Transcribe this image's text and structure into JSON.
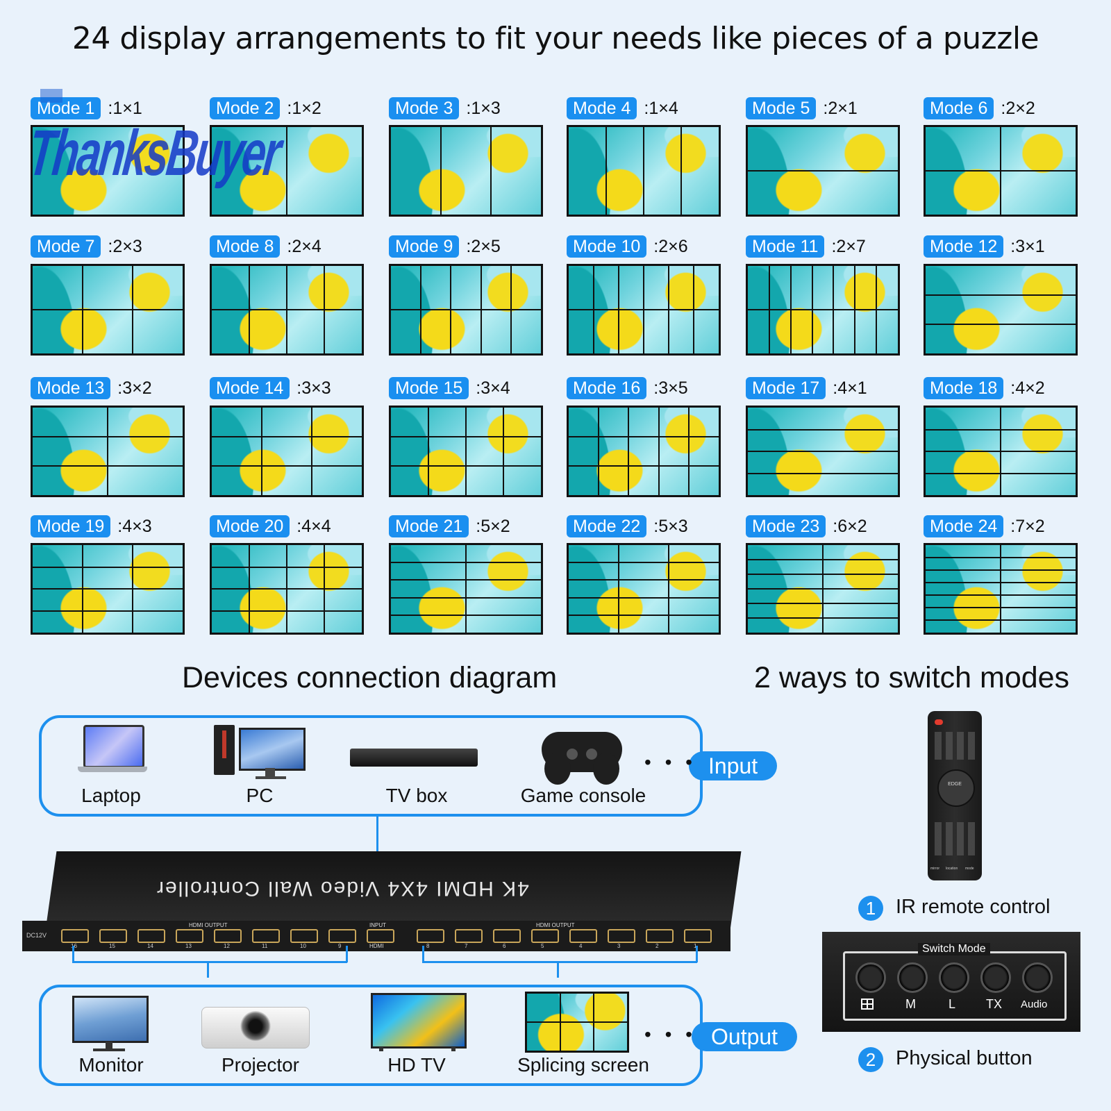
{
  "headline": "24 display arrangements to fit your needs like pieces of a puzzle",
  "watermark": "ThanksBuyer",
  "modes": [
    {
      "label": "Mode 1",
      "ratio": ":1×1"
    },
    {
      "label": "Mode 2",
      "ratio": ":1×2"
    },
    {
      "label": "Mode 3",
      "ratio": ":1×3"
    },
    {
      "label": "Mode 4",
      "ratio": ":1×4"
    },
    {
      "label": "Mode 5",
      "ratio": ":2×1"
    },
    {
      "label": "Mode 6",
      "ratio": ":2×2"
    },
    {
      "label": "Mode 7",
      "ratio": ":2×3"
    },
    {
      "label": "Mode 8",
      "ratio": ":2×4"
    },
    {
      "label": "Mode 9",
      "ratio": ":2×5"
    },
    {
      "label": "Mode 10",
      "ratio": ":2×6"
    },
    {
      "label": "Mode 11",
      "ratio": ":2×7"
    },
    {
      "label": "Mode 12",
      "ratio": ":3×1"
    },
    {
      "label": "Mode 13",
      "ratio": ":3×2"
    },
    {
      "label": "Mode 14",
      "ratio": ":3×3"
    },
    {
      "label": "Mode 15",
      "ratio": ":3×4"
    },
    {
      "label": "Mode 16",
      "ratio": ":3×5"
    },
    {
      "label": "Mode 17",
      "ratio": ":4×1"
    },
    {
      "label": "Mode 18",
      "ratio": ":4×2"
    },
    {
      "label": "Mode 19",
      "ratio": ":4×3"
    },
    {
      "label": "Mode 20",
      "ratio": ":4×4"
    },
    {
      "label": "Mode 21",
      "ratio": ":5×2"
    },
    {
      "label": "Mode 22",
      "ratio": ":5×3"
    },
    {
      "label": "Mode 23",
      "ratio": ":6×2"
    },
    {
      "label": "Mode 24",
      "ratio": ":7×2"
    }
  ],
  "connection": {
    "title": "Devices connection diagram",
    "input_label": "Input",
    "output_label": "Output",
    "dots": "• • •",
    "inputs": [
      "Laptop",
      "PC",
      "TV box",
      "Game console"
    ],
    "outputs": [
      "Monitor",
      "Projector",
      "HD TV",
      "Splicing screen"
    ],
    "controller_name": "4K HDMI 4X4 Video Wall Controller",
    "hdmi_output": "HDMI OUTPUT",
    "input_port": "INPUT",
    "hdmi": "HDMI",
    "dc": "DC12V",
    "left_ports": [
      "16",
      "15",
      "14",
      "13",
      "12",
      "11",
      "10",
      "9"
    ],
    "right_ports": [
      "8",
      "7",
      "6",
      "5",
      "4",
      "3",
      "2",
      "1"
    ]
  },
  "switch": {
    "title": "2 ways to switch modes",
    "way1_num": "1",
    "way1": "IR remote control",
    "way2_num": "2",
    "way2": "Physical button",
    "panel_title": "Switch Mode",
    "buttons": [
      "M",
      "L",
      "TX",
      "Audio"
    ],
    "remote_center": "EDGE",
    "remote_keys": [
      "mirror",
      "location",
      "mode"
    ]
  }
}
